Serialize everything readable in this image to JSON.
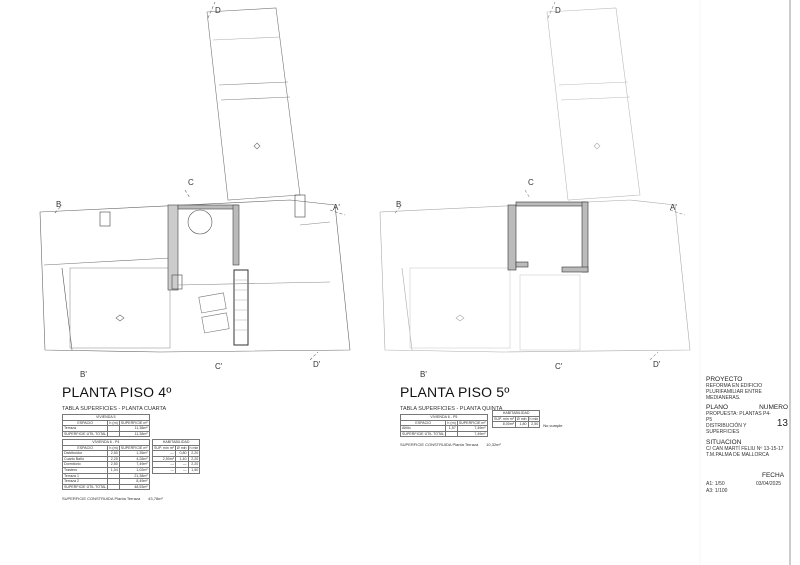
{
  "plans": [
    {
      "title": "PLANTA PISO 4º",
      "markers": {
        "d": "D",
        "d2": "D'",
        "c": "C",
        "c2": "C'",
        "b": "B",
        "b2": "B'",
        "a2": "A'"
      },
      "table_title": "TABLA SUPERFICIES - PLANTA CUARTA",
      "tables": [
        {
          "name": "VIVIENDA 5",
          "headers": [
            "ESPACIO",
            "h (m)",
            "SUPERFICIE m²"
          ],
          "rows": [
            [
              "Terraza",
              "",
              "11,38m²"
            ],
            [
              "SUPERFICIE ÚTIL TOTAL",
              "",
              "11,38m²"
            ]
          ]
        },
        {
          "name": "VIVIENDA 6 - P4",
          "headers": [
            "ESPACIO",
            "h (m)",
            "SUPERFICIE m²"
          ],
          "rows": [
            [
              "Distribuidor",
              "2,50",
              "1,35m²"
            ],
            [
              "Cuarto Baño",
              "2,25",
              "4,28m²"
            ],
            [
              "Dormitorio",
              "2,50",
              "7,49m²"
            ],
            [
              "Trastero",
              "1,04",
              "1,02m²"
            ],
            [
              "Terraza 1",
              "",
              "21,38m²"
            ],
            [
              "Terraza 2",
              "",
              "8,49m²"
            ],
            [
              "SUPERFICIE ÚTIL TOTAL",
              "",
              "48,53m²"
            ]
          ]
        }
      ],
      "habitabilidad": {
        "title": "HABITABILIDAD",
        "headers": [
          "SUP. min m²",
          "Ø min",
          "h min"
        ],
        "rows": [
          [
            "—",
            "0,80",
            "2,20"
          ],
          [
            "2,50m²",
            "1,40",
            "2,20"
          ],
          [
            "—",
            "—",
            "2,20"
          ],
          [
            "—",
            "—",
            "1,50"
          ]
        ]
      },
      "constructed_label": "SUPERFICIE CONSTRUIDA Planta Terraza",
      "constructed_value": "43,78m²"
    },
    {
      "title": "PLANTA PISO 5º",
      "markers": {
        "d": "D",
        "d2": "D'",
        "c": "C",
        "c2": "C'",
        "b": "B",
        "b2": "B'",
        "a2": "A'"
      },
      "table_title": "TABLA SUPERFICIES - PLANTA QUINTA",
      "tables": [
        {
          "name": "VIVIENDA 6 - P5",
          "headers": [
            "ESPACIO",
            "h (m)",
            "SUPERFICIE m²"
          ],
          "rows": [
            [
              "Altillo",
              "1,57",
              "7,49m²"
            ],
            [
              "SUPERFICIE ÚTIL TOTAL",
              "",
              "7,49m²"
            ]
          ]
        }
      ],
      "habitabilidad": {
        "title": "HABITABILIDAD",
        "headers": [
          "SUP. min m²",
          "Ø min",
          "h min"
        ],
        "rows": [
          [
            "8,00m²",
            "1,80",
            "2,50"
          ]
        ],
        "note": "No cumple"
      },
      "constructed_label": "SUPERFICIE CONSTRUIDA Planta Terraza",
      "constructed_value": "10,32m²"
    }
  ],
  "title_block": {
    "proyecto_label": "PROYECTO",
    "proyecto_lines": [
      "REFORMA EN EDIFICIO",
      "PLURIFAMILIAR ENTRE MEDIANERAS."
    ],
    "plano_label": "PLANO",
    "numero_label": "NUMERO",
    "plano_lines": [
      "PROPUESTA: PLANTAS P4-P5",
      "DISTRIBUCIÓN Y SUPERFICIES"
    ],
    "numero": "13",
    "situacion_label": "SITUACION",
    "situacion_lines": [
      "C/ CAN MARTÍ FELIU Nº 13-15-17",
      "T.M.PALMA DE MALLORCA"
    ],
    "fecha_label": "FECHA",
    "fecha": "03/04/2025",
    "scales": [
      "A1: 1/50",
      "A3: 1/100"
    ]
  }
}
